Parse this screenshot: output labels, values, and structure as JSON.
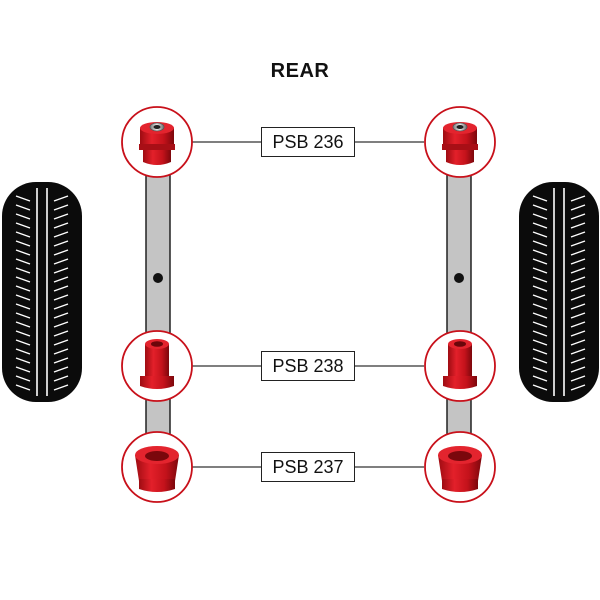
{
  "title": "REAR",
  "colors": {
    "bush_red": "#d7141e",
    "bush_dark": "#8e0a10",
    "highlight_ring": "#c8101a",
    "frame_gray": "#c4c4c4",
    "frame_outline": "#222222",
    "tyre": "#0b0b0b"
  },
  "parts": [
    {
      "code": "PSB 236",
      "position": "top",
      "icon": "flanged-bush-with-sleeve-icon"
    },
    {
      "code": "PSB 238",
      "position": "middle",
      "icon": "tall-flanged-bush-icon"
    },
    {
      "code": "PSB 237",
      "position": "bottom",
      "icon": "wide-flanged-bush-icon"
    }
  ],
  "tyres": [
    "left-tyre-icon",
    "right-tyre-icon"
  ]
}
